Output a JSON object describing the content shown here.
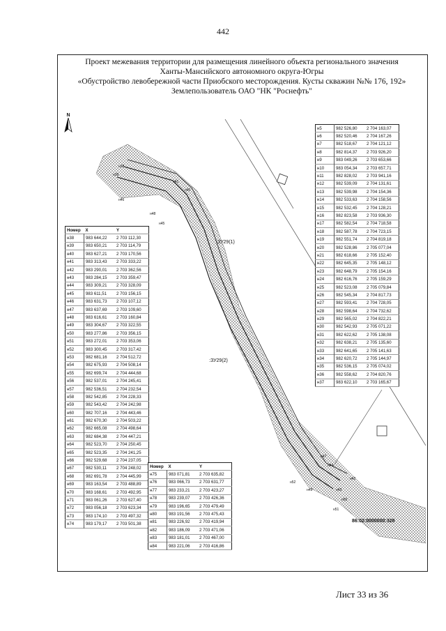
{
  "page_number": "442",
  "title_lines": [
    "Проект межевания территории для размещения линейного объекта регионального значения",
    "Ханты-Мансийского автономного округа-Югры",
    "«Обустройство левобережной части Приобского месторождения. Кусты скважин №№ 176, 192»",
    "Землепользователь ОАО \"НК \"Роснефть\""
  ],
  "sheet_label": "Лист 33 из 36",
  "north_label": "N",
  "labels": {
    "zone1": ":ЗУ29(1)",
    "zone2": ":ЗУ29(2)",
    "cadastral": "86:02:0000000:328"
  },
  "table_headers": [
    "Номер",
    "X",
    "Y"
  ],
  "table_right": [
    [
      "н5",
      "982 526,80",
      "2 704 163,07"
    ],
    [
      "н6",
      "982 520,46",
      "2 704 167,26"
    ],
    [
      "н7",
      "982 518,67",
      "2 704 121,12"
    ],
    [
      "н8",
      "982 814,37",
      "2 703 926,20"
    ],
    [
      "н9",
      "983 049,26",
      "2 703 653,66"
    ],
    [
      "н10",
      "983 054,34",
      "2 703 657,71"
    ],
    [
      "н11",
      "982 828,02",
      "2 703 941,16"
    ],
    [
      "н12",
      "982 539,09",
      "2 704 131,61"
    ],
    [
      "н13",
      "982 539,98",
      "2 704 154,36"
    ],
    [
      "н14",
      "982 533,63",
      "2 704 158,56"
    ],
    [
      "н15",
      "982 532,45",
      "2 704 128,21"
    ],
    [
      "н16",
      "982 823,58",
      "2 703 936,30"
    ],
    [
      "н17",
      "982 582,54",
      "2 704 718,58"
    ],
    [
      "н18",
      "982 587,78",
      "2 704 723,15"
    ],
    [
      "н19",
      "982 551,74",
      "2 704 819,18"
    ],
    [
      "н20",
      "982 528,86",
      "2 705 077,04"
    ],
    [
      "н21",
      "982 618,66",
      "2 705 152,40"
    ],
    [
      "н22",
      "982 645,35",
      "2 705 148,12"
    ],
    [
      "н23",
      "982 648,79",
      "2 705 154,16"
    ],
    [
      "н24",
      "982 616,76",
      "2 705 159,29"
    ],
    [
      "н25",
      "982 523,08",
      "2 705 079,84"
    ],
    [
      "н26",
      "982 545,34",
      "2 704 817,73"
    ],
    [
      "н27",
      "982 593,41",
      "2 704 728,05"
    ],
    [
      "н28",
      "982 598,64",
      "2 704 732,62"
    ],
    [
      "н29",
      "982 565,02",
      "2 704 822,21"
    ],
    [
      "н30",
      "982 542,93",
      "2 705 071,22"
    ],
    [
      "н31",
      "982 622,62",
      "2 705 138,08"
    ],
    [
      "н32",
      "982 638,21",
      "2 705 135,60"
    ],
    [
      "н33",
      "982 641,65",
      "2 705 141,63"
    ],
    [
      "н34",
      "982 620,72",
      "2 705 144,97"
    ],
    [
      "н35",
      "982 536,15",
      "2 705 074,02"
    ],
    [
      "н36",
      "982 558,62",
      "2 704 820,76"
    ],
    [
      "н37",
      "983 622,10",
      "2 703 165,67"
    ]
  ],
  "table_left": [
    [
      "н38",
      "983 644,22",
      "2 703 112,30"
    ],
    [
      "н39",
      "983 650,21",
      "2 703 114,79"
    ],
    [
      "н40",
      "983 627,21",
      "2 703 170,56"
    ],
    [
      "н41",
      "983 313,43",
      "2 703 333,22"
    ],
    [
      "н42",
      "983 290,01",
      "2 703 362,56"
    ],
    [
      "н43",
      "983 284,15",
      "2 703 359,47"
    ],
    [
      "н44",
      "983 309,21",
      "2 703 328,09"
    ],
    [
      "н45",
      "983 611,51",
      "2 703 156,15"
    ],
    [
      "н46",
      "983 631,73",
      "2 703 107,12"
    ],
    [
      "н47",
      "983 637,69",
      "2 703 109,60"
    ],
    [
      "н48",
      "983 616,61",
      "2 703 160,84"
    ],
    [
      "н49",
      "983 304,67",
      "2 703 322,55"
    ],
    [
      "н50",
      "983 277,86",
      "2 703 356,15"
    ],
    [
      "н51",
      "983 272,01",
      "2 703 353,06"
    ],
    [
      "н52",
      "983 300,45",
      "2 703 317,42"
    ],
    [
      "н53",
      "982 681,16",
      "2 704 512,72"
    ],
    [
      "н54",
      "982 675,93",
      "2 704 508,14"
    ],
    [
      "н55",
      "982 699,74",
      "2 704 444,68"
    ],
    [
      "н56",
      "982 537,01",
      "2 704 245,41"
    ],
    [
      "н57",
      "982 536,51",
      "2 704 232,54"
    ],
    [
      "н58",
      "982 542,85",
      "2 704 228,33"
    ],
    [
      "н59",
      "982 543,42",
      "2 704 242,98"
    ],
    [
      "н60",
      "982 707,16",
      "2 704 443,46"
    ],
    [
      "н61",
      "982 670,30",
      "2 704 503,22"
    ],
    [
      "н62",
      "982 665,08",
      "2 704 498,64"
    ],
    [
      "н63",
      "982 684,38",
      "2 704 447,21"
    ],
    [
      "н64",
      "982 523,70",
      "2 704 250,45"
    ],
    [
      "н65",
      "982 523,35",
      "2 704 241,25"
    ],
    [
      "н66",
      "982 529,68",
      "2 704 237,05"
    ],
    [
      "н67",
      "982 530,11",
      "2 704 248,02"
    ],
    [
      "н68",
      "982 691,78",
      "2 704 445,99"
    ],
    [
      "н69",
      "983 163,54",
      "2 703 488,89"
    ],
    [
      "н70",
      "983 168,61",
      "2 703 492,95"
    ],
    [
      "н71",
      "983 061,26",
      "2 703 627,40"
    ],
    [
      "н72",
      "983 056,18",
      "2 703 623,34"
    ],
    [
      "н73",
      "983 174,10",
      "2 703 497,32"
    ],
    [
      "н74",
      "983 179,17",
      "2 703 501,38"
    ]
  ],
  "table_bottom": [
    [
      "н75",
      "983 071,81",
      "2 703 635,82"
    ],
    [
      "н76",
      "983 066,73",
      "2 703 631,77"
    ],
    [
      "н77",
      "983 233,21",
      "2 703 423,27"
    ],
    [
      "н78",
      "983 239,07",
      "2 703 426,36"
    ],
    [
      "н79",
      "983 196,65",
      "2 703 479,49"
    ],
    [
      "н80",
      "983 191,56",
      "2 703 475,43"
    ],
    [
      "н81",
      "983 226,92",
      "2 703 419,94"
    ],
    [
      "н82",
      "983 186,09",
      "2 703 471,06"
    ],
    [
      "н83",
      "983 181,01",
      "2 703 467,00"
    ],
    [
      "н84",
      "983 221,06",
      "2 703 416,86"
    ]
  ],
  "point_labels": [
    "н38",
    "н39",
    "н40",
    "н41",
    "н42",
    "н43",
    "н44",
    "н45",
    "н46",
    "н47",
    "н48",
    "н49",
    "н50",
    "н51",
    "н52"
  ]
}
